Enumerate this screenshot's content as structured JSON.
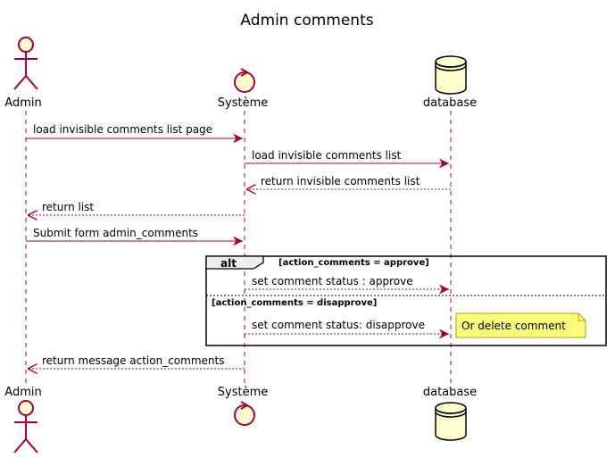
{
  "title": "Admin comments",
  "participants": {
    "admin": {
      "label": "Admin",
      "kind": "actor"
    },
    "systeme": {
      "label": "Système",
      "kind": "control"
    },
    "database": {
      "label": "database",
      "kind": "database"
    }
  },
  "messages": [
    {
      "from": "admin",
      "to": "systeme",
      "label": "load invisible comments list page",
      "dashed": false
    },
    {
      "from": "systeme",
      "to": "database",
      "label": "load invisible comments list",
      "dashed": false
    },
    {
      "from": "database",
      "to": "systeme",
      "label": "return invisible comments list",
      "dashed": true
    },
    {
      "from": "systeme",
      "to": "admin",
      "label": "return list",
      "dashed": true
    },
    {
      "from": "admin",
      "to": "systeme",
      "label": "Submit form admin_comments",
      "dashed": false
    },
    {
      "from": "systeme",
      "to": "database",
      "label": "set comment status : approve",
      "dashed": true
    },
    {
      "from": "systeme",
      "to": "database",
      "label": "set comment status: disapprove",
      "dashed": true
    },
    {
      "from": "systeme",
      "to": "admin",
      "label": "return message action_comments",
      "dashed": true
    }
  ],
  "alt": {
    "keyword": "alt",
    "guard1": "[action_comments  = approve]",
    "guard2": "[action_comments = disapprove]"
  },
  "note": {
    "text": "Or delete comment"
  },
  "colors": {
    "line": "#A80036",
    "fill": "#FEFECE",
    "note_fill": "#FBFB77",
    "note_stroke": "#A8A800"
  }
}
